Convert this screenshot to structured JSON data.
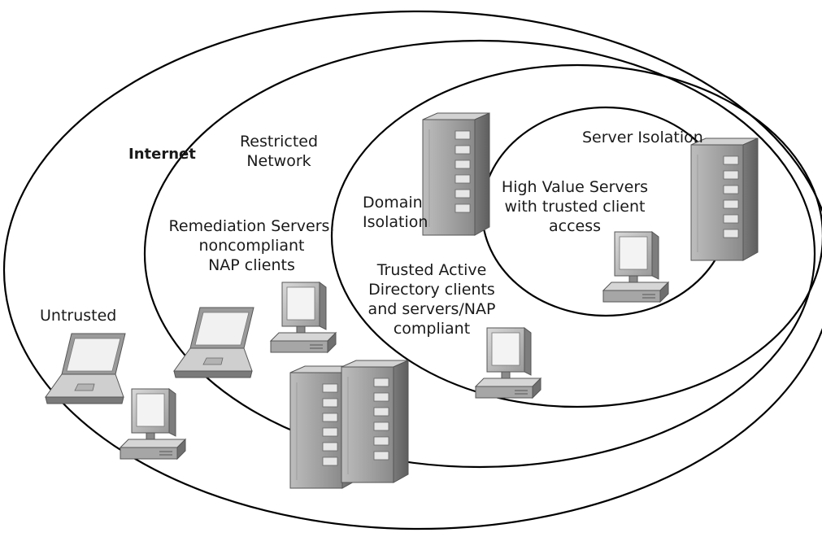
{
  "labels": {
    "internet": "Internet",
    "untrusted": "Untrusted",
    "restricted_network": [
      "Restricted",
      "Network"
    ],
    "remediation": [
      "Remediation Servers,",
      "noncompliant",
      "NAP clients"
    ],
    "domain_isolation": [
      "Domain",
      "Isolation"
    ],
    "trusted": [
      "Trusted Active",
      "Directory clients",
      "and servers/NAP",
      "compliant"
    ],
    "server_isolation": "Server Isolation",
    "high_value": [
      "High Value Servers",
      "with trusted client",
      "access"
    ]
  },
  "colors": {
    "outline": "#000000",
    "device_light": "#d6d6d6",
    "device_mid": "#a9a9a9",
    "device_dark": "#6f6f6f",
    "screen": "#f2f2f2",
    "text": "#1a1a1a"
  },
  "icons": {
    "laptop": "laptop-icon",
    "desktop": "desktop-computer-icon",
    "server": "server-tower-icon"
  }
}
